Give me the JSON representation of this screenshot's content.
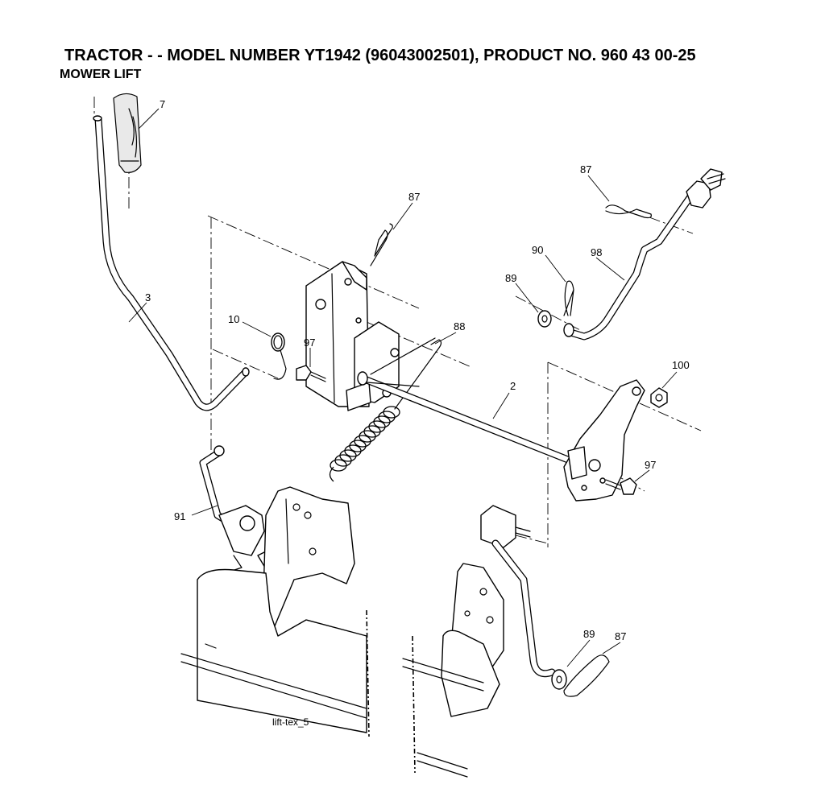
{
  "title": "TRACTOR - - MODEL NUMBER YT1942 (96043002501), PRODUCT NO. 960 43 00-25",
  "subtitle": "MOWER LIFT",
  "figure_id": "lift-tex_5",
  "callouts": {
    "c7": "7",
    "c87a": "87",
    "c87b": "87",
    "c3": "3",
    "c10": "10",
    "c97a": "97",
    "c88": "88",
    "c90": "90",
    "c98": "98",
    "c89a": "89",
    "c2": "2",
    "c100": "100",
    "c97b": "97",
    "c91": "91",
    "c89b": "89",
    "c87c": "87"
  }
}
